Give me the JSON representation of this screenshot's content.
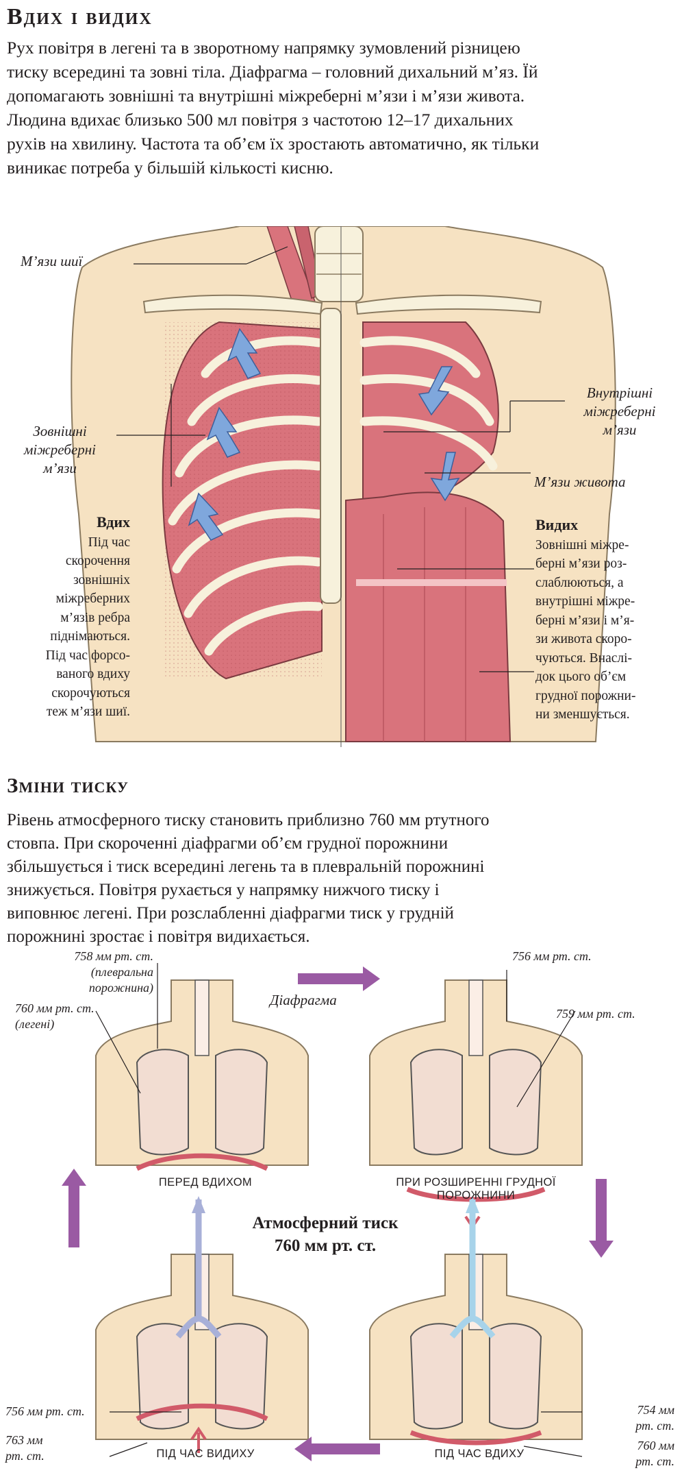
{
  "title": "Вдих і видих",
  "intro": [
    "Рух повітря в легені та в зворотному напрямку зумовлений різницею",
    "тиску всередині та зовні тіла. Діафрагма – головний дихальний м’яз. Їй",
    "допомагають зовнішні та внутрішні міжреберні м’язи і м’язи живота.",
    "Людина вдихає близько 500 мл повітря з частотою 12–17 дихальних",
    "рухів на хвилину. Частота та об’єм їх зростають автоматично, як тільки",
    "виникає потреба у більшій кількості кисню."
  ],
  "anatomy_labels": {
    "neck_muscles": "М’язи шиї",
    "external_intercostal": [
      "Зовнішні",
      "міжреберні",
      "м’язи"
    ],
    "internal_intercostal": [
      "Внутрішні",
      "міжреберні",
      "м’язи"
    ],
    "abdominal": "М’язи живота"
  },
  "inhale": {
    "heading": "Вдих",
    "lines": [
      "Під час",
      "скорочення",
      "зовнішніх",
      "міжреберних",
      "м’язів ребра",
      "піднімаються.",
      "Під час форсо-",
      "ваного вдиху",
      "скорочуються",
      "теж м’язи шиї."
    ]
  },
  "exhale": {
    "heading": "Видих",
    "lines": [
      "Зовнішні міжре-",
      "берні м’язи роз-",
      "слаблюються, а",
      "внутрішні міжре-",
      "берні м’язи і м’я-",
      "зи живота скоро-",
      "чуються. Внаслі-",
      "док цього об’єм",
      "грудної порожни-",
      "ни зменшується."
    ]
  },
  "pressure_section": {
    "heading": "Зміни тиску",
    "text": [
      "Рівень атмосферного тиску становить приблизно 760 мм ртутного",
      "стовпа. При скороченні діафрагми об’єм грудної порожнини",
      "збільшується і тиск всередині легень та в плевральній порожнині",
      "знижується. Повітря рухається у напрямку нижчого тиску і",
      "виповнює легені. При розслабленні діафрагми тиск у грудній",
      "порожнині зростає і повітря видихається."
    ]
  },
  "panels": {
    "before_inhale": {
      "caption": "ПЕРЕД ВДИХОМ",
      "pleural": [
        "758 мм рт. ст.",
        "(плевральна",
        "порожнина)"
      ],
      "lungs": [
        "760 мм рт. ст.",
        "(легені)"
      ],
      "diaphragm": "Діафрагма"
    },
    "expansion": {
      "caption": [
        "ПРИ РОЗШИРЕННІ ГРУДНОЇ",
        "ПОРОЖНИНИ"
      ],
      "top": "756 мм рт. ст.",
      "side": "759 мм рт. ст."
    },
    "exhale": {
      "caption": "ПІД ЧАС ВИДИХУ",
      "top": "756 мм рт. ст.",
      "bottom": [
        "763 мм",
        "рт. ст."
      ]
    },
    "inhale": {
      "caption": "ПІД ЧАС ВДИХУ",
      "top": [
        "754 мм",
        "рт. ст."
      ],
      "bottom": [
        "760 мм",
        "рт. ст."
      ]
    }
  },
  "atmospheric": [
    "Атмосферний тиск",
    "760 мм рт. ст."
  ],
  "colors": {
    "skin": "#f6e2c2",
    "muscle": "#d9737c",
    "bone": "#f7f1dc",
    "lung": "#f2ddd2",
    "arrow_blue": "#7fa7dc",
    "arrow_purple": "#9a5aa3",
    "diaphragm": "#d15a69"
  }
}
